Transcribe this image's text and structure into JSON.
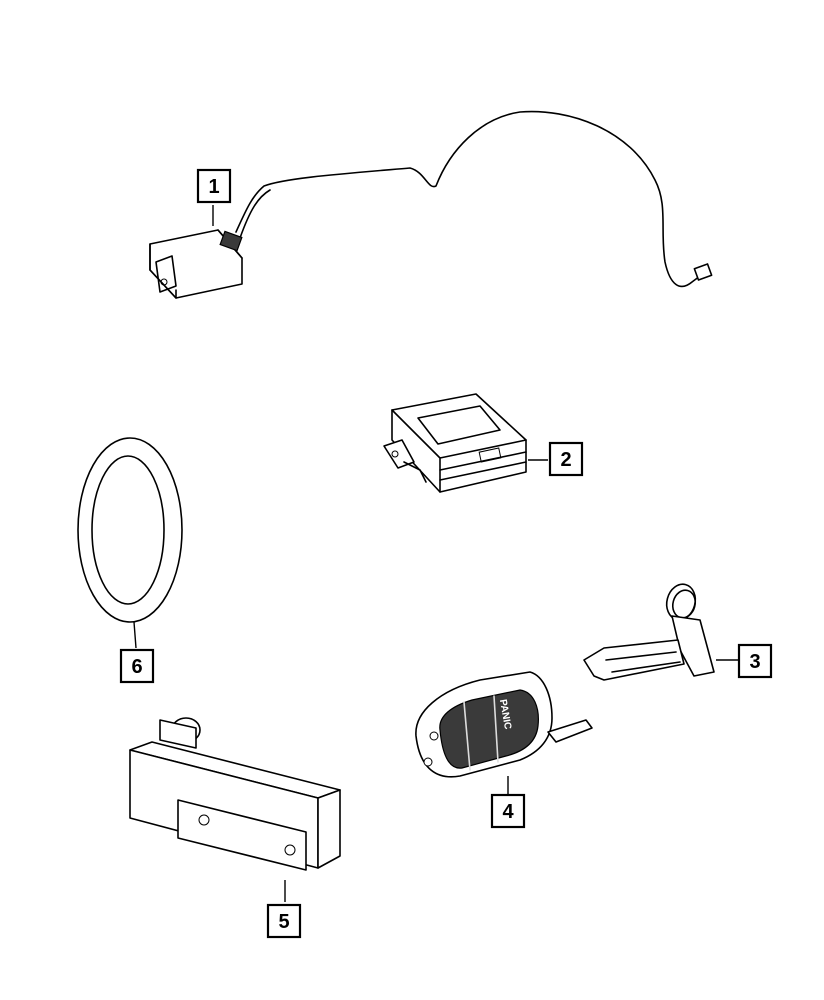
{
  "callouts": [
    {
      "id": "1",
      "label": "1"
    },
    {
      "id": "2",
      "label": "2"
    },
    {
      "id": "3",
      "label": "3"
    },
    {
      "id": "4",
      "label": "4"
    },
    {
      "id": "5",
      "label": "5"
    },
    {
      "id": "6",
      "label": "6"
    }
  ],
  "fob_button_text": "PANIC",
  "colors": {
    "line": "#000000",
    "background": "#ffffff",
    "fob_body": "#3a3a3a"
  }
}
